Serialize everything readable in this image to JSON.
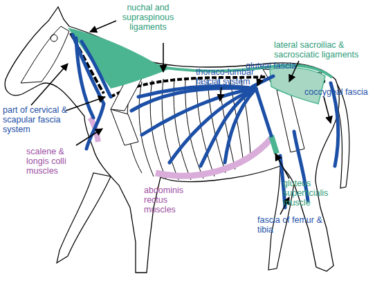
{
  "diagram": {
    "labels": [
      "nuchal and supraspinous ligaments",
      "lateral sacroiliac & sacrosciatic ligaments",
      "thoraco-lumbar fascial system",
      "gluteal fascia",
      "coccygeal fascia",
      "part of cervical & scapular fascia system",
      "scalene & longis colli muscles",
      "abdominis rectus muscles",
      "gluteus superficialis muscle",
      "fascia of femur & tibia"
    ]
  }
}
